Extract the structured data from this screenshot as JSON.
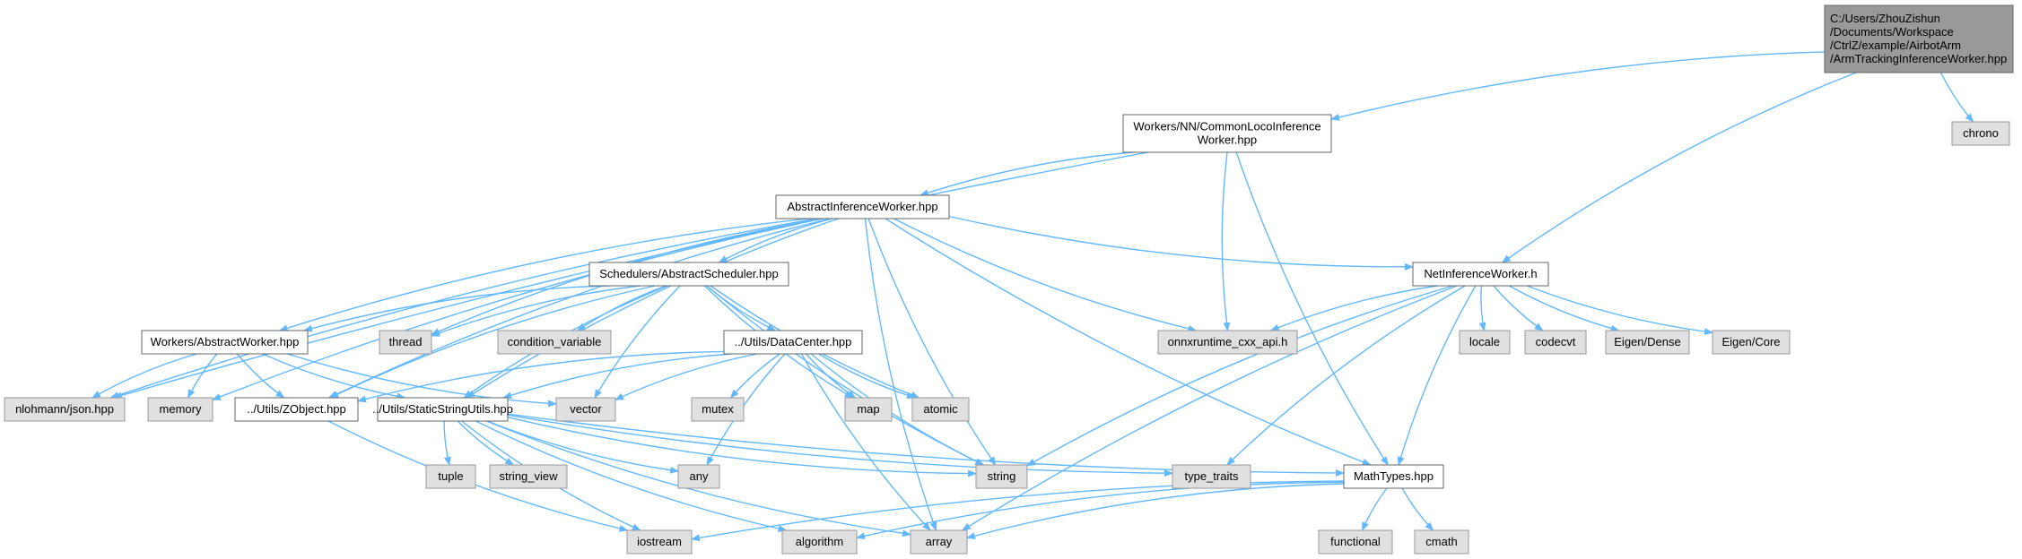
{
  "diagram": {
    "type": "include-dependency-graph",
    "colors": {
      "edge": "#63b8ff",
      "root_fill": "#999999",
      "local_fill": "#ffffff",
      "system_fill": "#e0e0e0",
      "border_dark": "#666666",
      "border_light": "#999999"
    },
    "nodes": [
      {
        "id": "root",
        "kind": "root",
        "lines": [
          "C:/Users/ZhouZishun",
          "/Documents/Workspace",
          "/CtrlZ/example/AirbotArm",
          "/ArmTrackingInferenceWorker.hpp"
        ]
      },
      {
        "id": "chrono",
        "kind": "system",
        "lines": [
          "chrono"
        ]
      },
      {
        "id": "common",
        "kind": "local",
        "lines": [
          "Workers/NN/CommonLocoInference",
          "Worker.hpp"
        ]
      },
      {
        "id": "abstract_inf",
        "kind": "local",
        "lines": [
          "AbstractInferenceWorker.hpp"
        ]
      },
      {
        "id": "net_inf",
        "kind": "local",
        "lines": [
          "NetInferenceWorker.h"
        ]
      },
      {
        "id": "sched",
        "kind": "local",
        "lines": [
          "Schedulers/AbstractScheduler.hpp"
        ]
      },
      {
        "id": "abs_worker",
        "kind": "local",
        "lines": [
          "Workers/AbstractWorker.hpp"
        ]
      },
      {
        "id": "datacenter",
        "kind": "local",
        "lines": [
          "../Utils/DataCenter.hpp"
        ]
      },
      {
        "id": "zobject",
        "kind": "local",
        "lines": [
          "../Utils/ZObject.hpp"
        ]
      },
      {
        "id": "staticstr",
        "kind": "local",
        "lines": [
          "../Utils/StaticStringUtils.hpp"
        ]
      },
      {
        "id": "mathtypes",
        "kind": "local",
        "lines": [
          "MathTypes.hpp"
        ]
      },
      {
        "id": "json",
        "kind": "system",
        "lines": [
          "nlohmann/json.hpp"
        ]
      },
      {
        "id": "memory",
        "kind": "system",
        "lines": [
          "memory"
        ]
      },
      {
        "id": "thread",
        "kind": "system",
        "lines": [
          "thread"
        ]
      },
      {
        "id": "condvar",
        "kind": "system",
        "lines": [
          "condition_variable"
        ]
      },
      {
        "id": "vector",
        "kind": "system",
        "lines": [
          "vector"
        ]
      },
      {
        "id": "mutex",
        "kind": "system",
        "lines": [
          "mutex"
        ]
      },
      {
        "id": "map",
        "kind": "system",
        "lines": [
          "map"
        ]
      },
      {
        "id": "atomic",
        "kind": "system",
        "lines": [
          "atomic"
        ]
      },
      {
        "id": "onnx",
        "kind": "system",
        "lines": [
          "onnxruntime_cxx_api.h"
        ]
      },
      {
        "id": "locale",
        "kind": "system",
        "lines": [
          "locale"
        ]
      },
      {
        "id": "codecvt",
        "kind": "system",
        "lines": [
          "codecvt"
        ]
      },
      {
        "id": "eigen_dense",
        "kind": "system",
        "lines": [
          "Eigen/Dense"
        ]
      },
      {
        "id": "eigen_core",
        "kind": "system",
        "lines": [
          "Eigen/Core"
        ]
      },
      {
        "id": "tuple",
        "kind": "system",
        "lines": [
          "tuple"
        ]
      },
      {
        "id": "string_view",
        "kind": "system",
        "lines": [
          "string_view"
        ]
      },
      {
        "id": "any",
        "kind": "system",
        "lines": [
          "any"
        ]
      },
      {
        "id": "string",
        "kind": "system",
        "lines": [
          "string"
        ]
      },
      {
        "id": "type_traits",
        "kind": "system",
        "lines": [
          "type_traits"
        ]
      },
      {
        "id": "iostream",
        "kind": "system",
        "lines": [
          "iostream"
        ]
      },
      {
        "id": "algorithm",
        "kind": "system",
        "lines": [
          "algorithm"
        ]
      },
      {
        "id": "array",
        "kind": "system",
        "lines": [
          "array"
        ]
      },
      {
        "id": "functional",
        "kind": "system",
        "lines": [
          "functional"
        ]
      },
      {
        "id": "cmath",
        "kind": "system",
        "lines": [
          "cmath"
        ]
      }
    ],
    "edges": [
      [
        "root",
        "common"
      ],
      [
        "root",
        "net_inf"
      ],
      [
        "root",
        "chrono"
      ],
      [
        "common",
        "abstract_inf"
      ],
      [
        "common",
        "json"
      ],
      [
        "common",
        "onnx"
      ],
      [
        "common",
        "mathtypes"
      ],
      [
        "abstract_inf",
        "json"
      ],
      [
        "abstract_inf",
        "memory"
      ],
      [
        "abstract_inf",
        "abs_worker"
      ],
      [
        "abstract_inf",
        "sched"
      ],
      [
        "abstract_inf",
        "thread"
      ],
      [
        "abstract_inf",
        "zobject"
      ],
      [
        "abstract_inf",
        "staticstr"
      ],
      [
        "abstract_inf",
        "string"
      ],
      [
        "abstract_inf",
        "array"
      ],
      [
        "abstract_inf",
        "mathtypes"
      ],
      [
        "abstract_inf",
        "onnx"
      ],
      [
        "abstract_inf",
        "net_inf"
      ],
      [
        "sched",
        "abs_worker"
      ],
      [
        "sched",
        "thread"
      ],
      [
        "sched",
        "condvar"
      ],
      [
        "sched",
        "zobject"
      ],
      [
        "sched",
        "staticstr"
      ],
      [
        "sched",
        "vector"
      ],
      [
        "sched",
        "datacenter"
      ],
      [
        "sched",
        "map"
      ],
      [
        "sched",
        "atomic"
      ],
      [
        "sched",
        "string"
      ],
      [
        "abs_worker",
        "json"
      ],
      [
        "abs_worker",
        "memory"
      ],
      [
        "abs_worker",
        "zobject"
      ],
      [
        "abs_worker",
        "staticstr"
      ],
      [
        "abs_worker",
        "vector"
      ],
      [
        "datacenter",
        "zobject"
      ],
      [
        "datacenter",
        "staticstr"
      ],
      [
        "datacenter",
        "vector"
      ],
      [
        "datacenter",
        "mutex"
      ],
      [
        "datacenter",
        "map"
      ],
      [
        "datacenter",
        "atomic"
      ],
      [
        "datacenter",
        "any"
      ],
      [
        "datacenter",
        "string"
      ],
      [
        "datacenter",
        "array"
      ],
      [
        "zobject",
        "iostream"
      ],
      [
        "staticstr",
        "tuple"
      ],
      [
        "staticstr",
        "string_view"
      ],
      [
        "staticstr",
        "any"
      ],
      [
        "staticstr",
        "iostream"
      ],
      [
        "staticstr",
        "algorithm"
      ],
      [
        "staticstr",
        "array"
      ],
      [
        "staticstr",
        "string"
      ],
      [
        "staticstr",
        "type_traits"
      ],
      [
        "staticstr",
        "mathtypes"
      ],
      [
        "net_inf",
        "onnx"
      ],
      [
        "net_inf",
        "locale"
      ],
      [
        "net_inf",
        "codecvt"
      ],
      [
        "net_inf",
        "eigen_dense"
      ],
      [
        "net_inf",
        "eigen_core"
      ],
      [
        "net_inf",
        "string"
      ],
      [
        "net_inf",
        "type_traits"
      ],
      [
        "net_inf",
        "mathtypes"
      ],
      [
        "net_inf",
        "array"
      ],
      [
        "mathtypes",
        "iostream"
      ],
      [
        "mathtypes",
        "algorithm"
      ],
      [
        "mathtypes",
        "array"
      ],
      [
        "mathtypes",
        "functional"
      ],
      [
        "mathtypes",
        "cmath"
      ]
    ]
  }
}
